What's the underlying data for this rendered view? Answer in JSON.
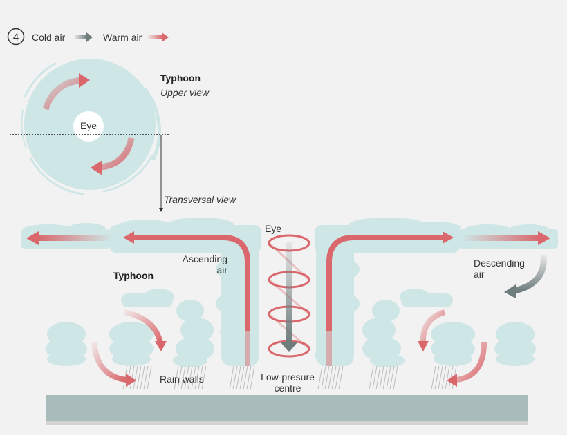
{
  "step_number": "4",
  "legend": {
    "cold_label": "Cold air",
    "warm_label": "Warm air",
    "cold_color": "#6f7c7c",
    "warm_color": "#d9676c"
  },
  "colors": {
    "cloud": "#cfe6e6",
    "ground": "#a9bcbb",
    "ground_edge": "#d3d3d3",
    "rain": "#bdbdbd"
  },
  "upper_view": {
    "title": "Typhoon",
    "subtitle": "Upper view",
    "eye_label": "Eye"
  },
  "transversal_label": "Transversal view",
  "cross_section": {
    "typhoon_label": "Typhoon",
    "eye_label": "Eye",
    "ascending_line1": "Ascending",
    "ascending_line2": "air",
    "descending_line1": "Descending",
    "descending_line2": "air",
    "rain_walls_label": "Rain walls",
    "low_pressure_line1": "Low-presure",
    "low_pressure_line2": "centre"
  }
}
